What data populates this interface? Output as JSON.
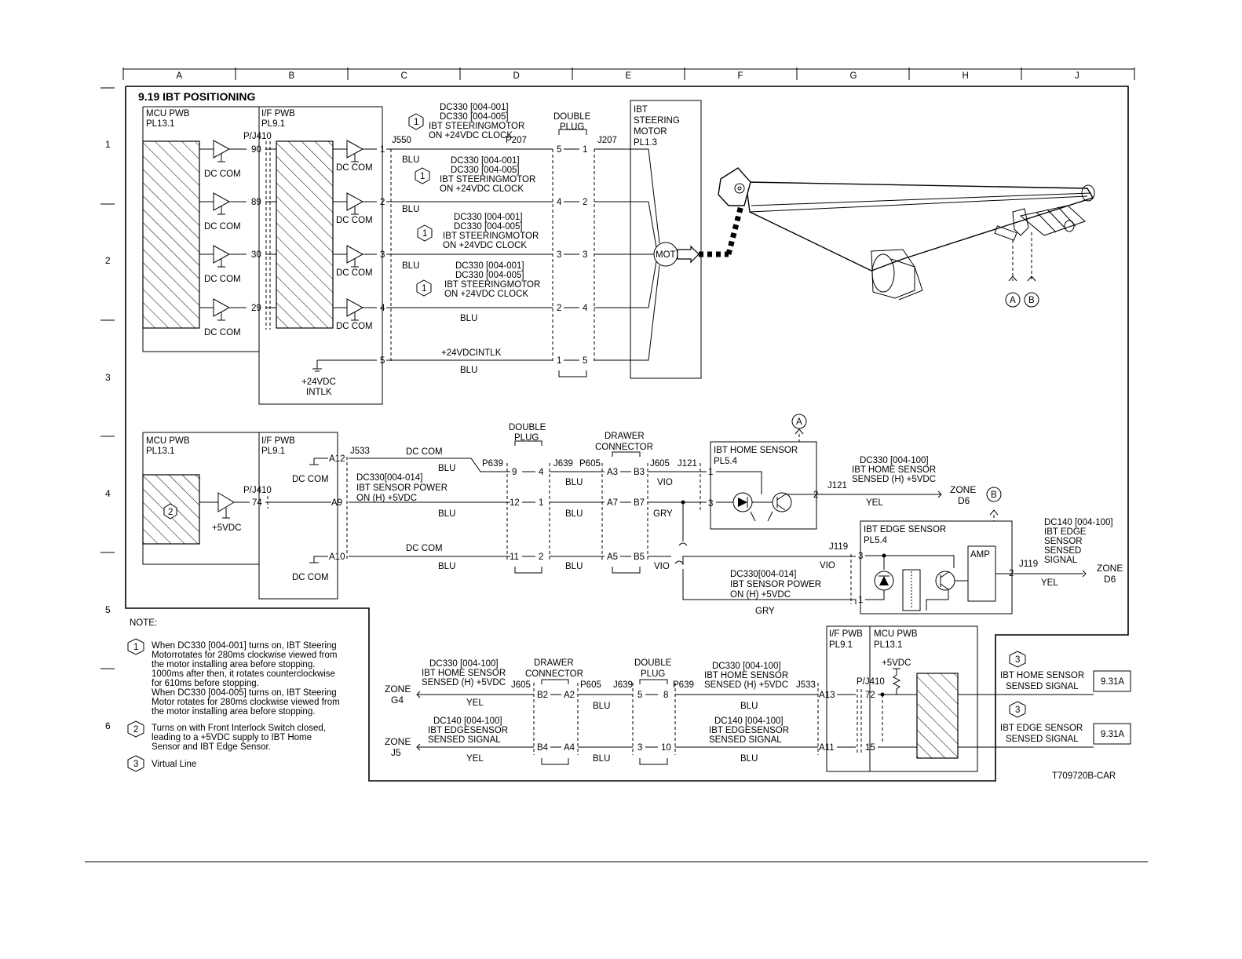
{
  "title": "9.19 IBT POSITIONING",
  "columns": [
    "A",
    "B",
    "C",
    "D",
    "E",
    "F",
    "G",
    "H",
    "J"
  ],
  "rows": [
    "1",
    "2",
    "3",
    "4",
    "5",
    "6"
  ],
  "top": {
    "mcu_pwb": [
      "MCU PWB",
      "PL13.1"
    ],
    "if_pwb": [
      "I/F PWB",
      "PL9.1"
    ],
    "pj410": "P/J410",
    "j550": "J550",
    "p207": "P207",
    "j207": "J207",
    "double_plug": [
      "DOUBLE",
      "PLUG"
    ],
    "motor_box": [
      "IBT",
      "STEERING",
      "MOTOR",
      "PL1.3"
    ],
    "mot": "MOT",
    "dc_com": "DC COM",
    "intlk": [
      "+24VDC",
      "INTLK"
    ],
    "pins_b": [
      "90",
      "89",
      "30",
      "29"
    ],
    "pins_c": [
      "1",
      "2",
      "3",
      "4",
      "5"
    ],
    "plug_pairs": [
      [
        "5",
        "1"
      ],
      [
        "4",
        "2"
      ],
      [
        "3",
        "3"
      ],
      [
        "2",
        "4"
      ],
      [
        "1",
        "5"
      ]
    ],
    "signals": [
      [
        "DC330 [004-001]",
        "DC330 [004-005]",
        "IBT STEERINGMOTOR",
        "ON +24VDC CLOCK"
      ],
      [
        "DC330 [004-001]",
        "DC330 [004-005]",
        "IBT STEERINGMOTOR",
        "ON +24VDC CLOCK"
      ],
      [
        "DC330 [004-001]",
        "DC330 [004-005]",
        "IBT STEERINGMOTOR",
        "ON +24VDC CLOCK"
      ],
      [
        "DC330 [004-001]",
        "DC330 [004-005]",
        "IBT STEERINGMOTOR",
        "ON +24VDC CLOCK"
      ]
    ],
    "blu": "BLU",
    "intlk_line": "+24VDCINTLK",
    "note1": "1"
  },
  "mid": {
    "mcu_pwb": [
      "MCU PWB",
      "PL13.1"
    ],
    "if_pwb": [
      "I/F PWB",
      "PL9.1"
    ],
    "pj410": "P/J410",
    "pin74": "74",
    "plus5": "+5VDC",
    "note2": "2",
    "a12": "A12",
    "a9": "A9",
    "a10": "A10",
    "j533": "J533",
    "dc_com": "DC COM",
    "sensor_power": [
      "DC330[004-014]",
      "IBT SENSOR POWER",
      "ON (H) +5VDC"
    ],
    "p639": "P639",
    "double_plug": [
      "DOUBLE",
      "PLUG"
    ],
    "dp_pairs": [
      [
        "9",
        "4"
      ],
      [
        "12",
        "1"
      ],
      [
        "11",
        "2"
      ]
    ],
    "j639": "J639",
    "p605": "P605",
    "drawer": [
      "DRAWER",
      "CONNECTOR"
    ],
    "dc_pairs": [
      [
        "A3",
        "B3"
      ],
      [
        "A7",
        "B7"
      ],
      [
        "A5",
        "B5"
      ]
    ],
    "j605": "J605",
    "j121": "J121",
    "blu": "BLU",
    "vio": "VIO",
    "gry": "GRY",
    "yel": "YEL",
    "home_sensor": [
      "IBT HOME SENSOR",
      "PL5.4"
    ],
    "home_pins": [
      "1",
      "3",
      "2"
    ],
    "home_signal": [
      "DC330 [004-100]",
      "IBT HOME SENSOR",
      "SENSED (H) +5VDC"
    ],
    "zone_d6": [
      "ZONE",
      "D6"
    ],
    "edge_sensor": [
      "IBT EDGE SENSOR",
      "PL5.4"
    ],
    "amp": "AMP",
    "j119": "J119",
    "edge_pins": [
      "3",
      "1",
      "2"
    ],
    "edge_signal": [
      "DC140 [004-100]",
      "IBT EDGE",
      "SENSOR",
      "SENSED",
      "SIGNAL"
    ],
    "edge_power": [
      "DC330[004-014]",
      "IBT SENSOR POWER",
      "ON (H) +5VDC"
    ],
    "callout_a": "A",
    "callout_b": "B"
  },
  "bot": {
    "zone_g4": [
      "ZONE",
      "G4"
    ],
    "zone_j5": [
      "ZONE",
      "J5"
    ],
    "home_sig": [
      "DC330 [004-100]",
      "IBT HOME SENSOR",
      "SENSED (H) +5VDC"
    ],
    "edge_sig": [
      "DC140 [004-100]",
      "IBT EDGESENSOR",
      "SENSED SIGNAL"
    ],
    "home_sig2": [
      "DC330 [004-100]",
      "IBT HOME SENSOR",
      "SENSED (H) +5VDC"
    ],
    "edge_sig2": [
      "DC140 [004-100]",
      "IBT EDGESENSOR",
      "SENSED SIGNAL"
    ],
    "j605": "J605",
    "p605": "P605",
    "j639": "J639",
    "p639": "P639",
    "j533": "J533",
    "drawer": [
      "DRAWER",
      "CONNECTOR"
    ],
    "double_plug": [
      "DOUBLE",
      "PLUG"
    ],
    "dc_pairs": [
      [
        "B2",
        "A2"
      ],
      [
        "B4",
        "A4"
      ]
    ],
    "dp_pairs": [
      [
        "5",
        "8"
      ],
      [
        "3",
        "10"
      ]
    ],
    "a13": "A13",
    "a11": "A11",
    "pin72": "72",
    "pin15": "15",
    "pj410": "P/J410",
    "plus5": "+5VDC",
    "if_pwb": [
      "I/F PWB",
      "PL9.1"
    ],
    "mcu_pwb": [
      "MCU PWB",
      "PL13.1"
    ],
    "yel": "YEL",
    "blu": "BLU",
    "home_out": [
      "IBT HOME SENSOR",
      "SENSED SIGNAL"
    ],
    "edge_out": [
      "IBT EDGE SENSOR",
      "SENSED SIGNAL"
    ],
    "ref": "9.31A",
    "note3": "3"
  },
  "notes": {
    "heading": "NOTE:",
    "n1_lines": [
      "When DC330 [004-001] turns on, IBT Steering",
      "Motorrotates for 280ms clockwise viewed from",
      "the motor installing area before stopping.",
      "1000ms after then, it rotates counterclockwise",
      "for 610ms before stopping.",
      "When DC330 [004-005] turns on, IBT Steering",
      "Motor rotates for 280ms clockwise viewed from",
      "the motor installing area before stopping."
    ],
    "n2_lines": [
      "Turns on with Front Interlock Switch closed,",
      "leading to a +5VDC supply to IBT Home",
      "Sensor and IBT Edge Sensor."
    ],
    "n3_lines": [
      "Virtual Line"
    ],
    "n1": "1",
    "n2": "2",
    "n3": "3"
  },
  "part_number": "T709720B-CAR"
}
